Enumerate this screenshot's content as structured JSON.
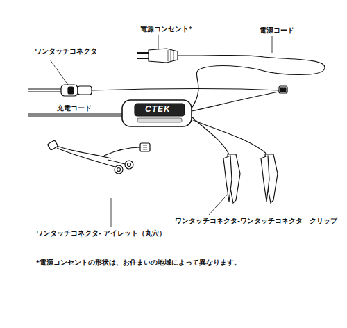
{
  "diagram": {
    "labels": [
      "ワンタッチコネクタ",
      "電源コンセント*",
      "電源コード",
      "充電コード",
      "CTEK",
      "ワンタッチコネクタ- アイレット（丸穴）",
      "ワンタッチコネクタ-ワンタッチコネクタ　クリップ",
      "*電源コンセントの形状は、お住まいの地域によって異なります。"
    ]
  }
}
